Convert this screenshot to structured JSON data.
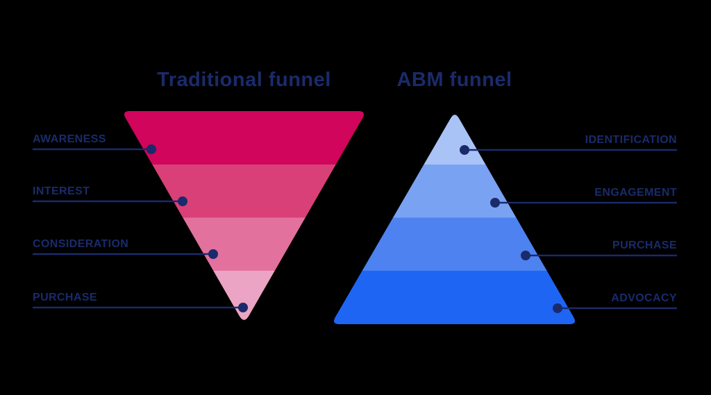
{
  "colors": {
    "background": "#000000",
    "navy": "#1A2B6B"
  },
  "funnels": [
    {
      "title": "Traditional funnel",
      "type": "inverted-funnel",
      "label_side": "left",
      "stages": [
        {
          "label": "AWARENESS",
          "color": "#D0055B"
        },
        {
          "label": "INTEREST",
          "color": "#D94077"
        },
        {
          "label": "CONSIDERATION",
          "color": "#E2719E"
        },
        {
          "label": "PURCHASE",
          "color": "#ECA4C4"
        }
      ]
    },
    {
      "title": "ABM funnel",
      "type": "pyramid",
      "label_side": "right",
      "stages": [
        {
          "label": "IDENTIFICATION",
          "color": "#A9C3F7"
        },
        {
          "label": "ENGAGEMENT",
          "color": "#7AA2F3"
        },
        {
          "label": "PURCHASE",
          "color": "#4D82F0"
        },
        {
          "label": "ADVOCACY",
          "color": "#1E65F4"
        }
      ]
    }
  ]
}
